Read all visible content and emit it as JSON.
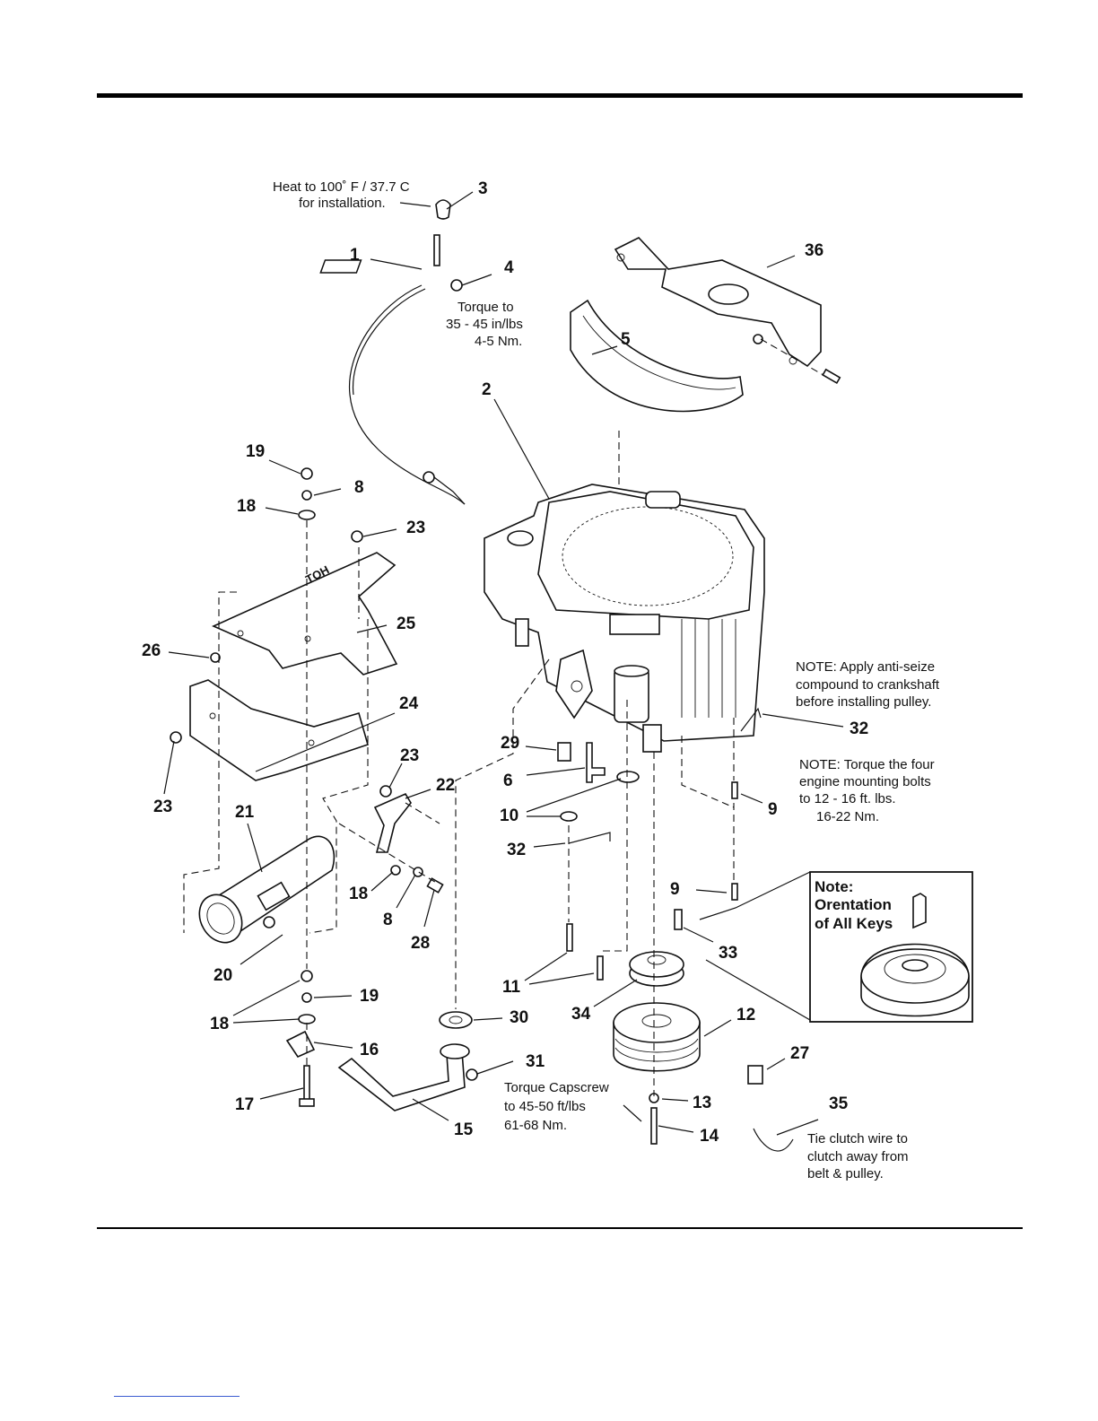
{
  "diagram": {
    "callouts": {
      "c1": "1",
      "c2": "2",
      "c3": "3",
      "c4": "4",
      "c5": "5",
      "c6": "6",
      "c8a": "8",
      "c8b": "8",
      "c9a": "9",
      "c9b": "9",
      "c10": "10",
      "c11": "11",
      "c12": "12",
      "c13": "13",
      "c14": "14",
      "c15": "15",
      "c16": "16",
      "c17": "17",
      "c18a": "18",
      "c18b": "18",
      "c18c": "18",
      "c19a": "19",
      "c19b": "19",
      "c20": "20",
      "c21": "21",
      "c22": "22",
      "c23a": "23",
      "c23b": "23",
      "c23c": "23",
      "c24": "24",
      "c25": "25",
      "c26": "26",
      "c27": "27",
      "c28": "28",
      "c29": "29",
      "c30": "30",
      "c31": "31",
      "c32a": "32",
      "c32b": "32",
      "c33": "33",
      "c34": "34",
      "c35": "35",
      "c36": "36"
    },
    "notes": {
      "heat_line1": "Heat to 100˚ F / 37.7 C",
      "heat_line2": "for installation.",
      "torque_line1": "Torque to",
      "torque_line2": "35 - 45 in/lbs",
      "torque_line3": "4-5 Nm.",
      "antiseize_line1": "NOTE: Apply anti-seize",
      "antiseize_line2": "compound to crankshaft",
      "antiseize_line3": "before installing pulley.",
      "mount_line1": "NOTE: Torque the four",
      "mount_line2": "engine mounting bolts",
      "mount_line3": "to 12 - 16 ft. lbs.",
      "mount_line4": "16-22 Nm.",
      "keys_line1": "Note:",
      "keys_line2": "Orentation",
      "keys_line3": "of All Keys",
      "capscrew_line1": "Torque Capscrew",
      "capscrew_line2": "to 45-50 ft/lbs",
      "capscrew_line3": "61-68 Nm.",
      "tie_line1": "Tie clutch wire to",
      "tie_line2": "clutch away from",
      "tie_line3": "belt & pulley."
    },
    "shield_label": "HOT"
  }
}
